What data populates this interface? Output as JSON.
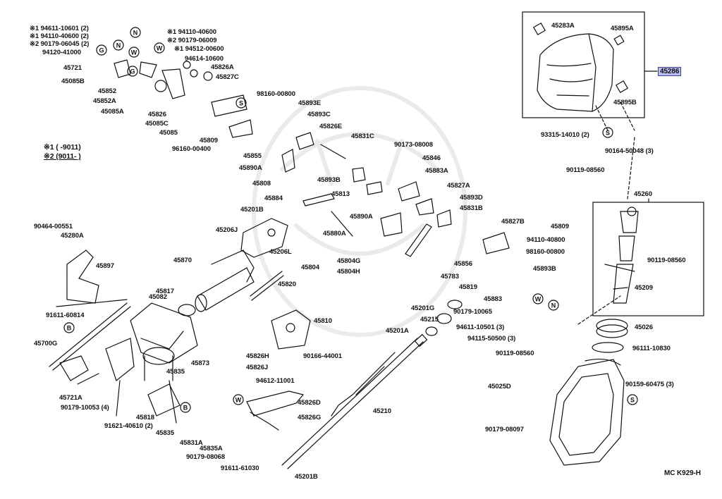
{
  "highlight_color": "#b9bdf0",
  "legend": {
    "row1": {
      "mark": "※1",
      "range": "(      -9011)"
    },
    "row2": {
      "mark": "※2",
      "range": "(9011-      )"
    }
  },
  "diagram_code": "MC K929-H",
  "labels": {
    "p01": "※1 94611-10601 (2)",
    "p02": "※1 94110-40600 (2)",
    "p03": "※2 90179-06045 (2)",
    "p04": "94120-41000",
    "p05": "※1 94110-40600",
    "p06": "※2 90179-06009",
    "p07": "※1 94512-00600",
    "p08": "94614-10600",
    "p09": "45826A",
    "p10": "45827C",
    "p11": "45721",
    "p12": "45085B",
    "p13": "45852",
    "p14": "45852A",
    "p15": "45085A",
    "p16": "45826",
    "p17": "45085C",
    "p18": "45085",
    "p19": "98160-00800",
    "p20": "45893E",
    "p21": "45893C",
    "p22": "45826E",
    "p23": "45809",
    "p24": "96160-00400",
    "p25": "45831C",
    "p26": "45855",
    "p27": "45890A",
    "p28": "45893B",
    "p29": "90173-08008",
    "p30": "45846",
    "p31": "45883A",
    "p32": "45808",
    "p33": "45813",
    "p34": "45827A",
    "p35": "45884",
    "p36": "45893D",
    "p37": "45201B",
    "p38": "45831B",
    "p39": "45890A",
    "p40": "45880A",
    "p41": "45827B",
    "p42": "45809",
    "p43": "45206J",
    "p44": "45206L",
    "p45": "94110-40800",
    "p46": "98160-00800",
    "p47": "45804G",
    "p48": "45804",
    "p49": "45804H",
    "p50": "45856",
    "p51": "45783",
    "p52": "45893B",
    "p53": "45870",
    "p54": "45819",
    "p55": "45883",
    "p56": "45820",
    "p57": "45817",
    "p58": "90179-10065",
    "p59": "45201G",
    "p60": "45082",
    "p61": "45215",
    "p62": "94611-10501 (3)",
    "p63": "45810",
    "p64": "94115-50500 (3)",
    "p65": "45201A",
    "p66": "90119-08560",
    "p67": "90166-44001",
    "p68": "45826H",
    "p69": "45873",
    "p70": "45826J",
    "p71": "45835",
    "p72": "94612-11001",
    "p73": "45826D",
    "p74": "45818",
    "p75": "45826G",
    "p76": "45835",
    "p77": "45210",
    "p78": "45831A",
    "p79": "45835A",
    "p80": "90179-08068",
    "p81": "91611-61030",
    "p82": "45201B",
    "p83": "90464-00551",
    "p84": "45280A",
    "p85": "45897",
    "p86": "91611-60814",
    "p87": "45700G",
    "p88": "45721A",
    "p89": "90179-10053 (4)",
    "p90": "91621-40610 (2)",
    "p91": "45283A",
    "p92": "45895A",
    "p93": "45286",
    "p94": "45895B",
    "p95": "93315-14010 (2)",
    "p96": "90164-50048 (3)",
    "p97": "90119-08560",
    "p98": "45260",
    "p99": "90119-08560",
    "p100": "45209",
    "p101": "45026",
    "p102": "96111-10830",
    "p103": "45025D",
    "p104": "90159-60475 (3)",
    "p105": "90179-08097"
  },
  "badges": {
    "n1": "N",
    "w1": "W",
    "n2": "N",
    "w2": "W",
    "g1": "G",
    "g2": "G",
    "s1": "S",
    "b1": "B",
    "b2": "B",
    "w3": "W",
    "w4": "W",
    "n3": "N",
    "s2": "S",
    "s3": "S"
  }
}
